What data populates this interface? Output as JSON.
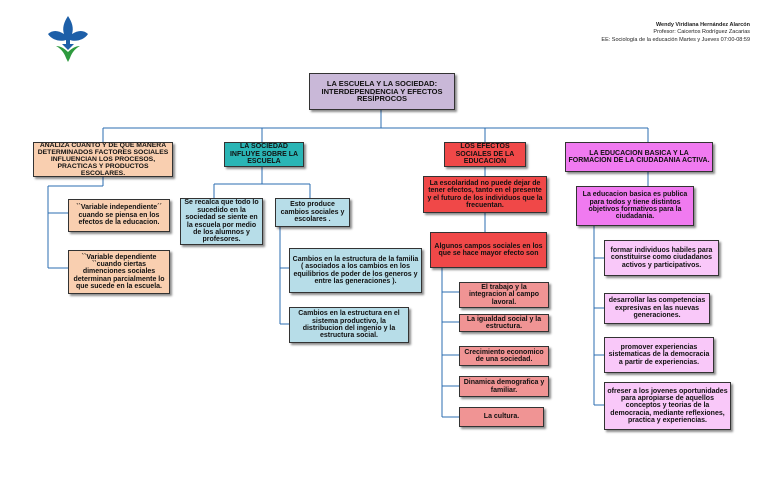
{
  "header": {
    "author": "Wendy Viridiana Hernández Alarcón",
    "teacher": "Profesor: Caicertos Rodríguez Zacarias",
    "course": "EE: Sociología de la educación Martes  y Jueves 07:00-08:59"
  },
  "colors": {
    "title": "#c9b8d8",
    "peach": "#f9cfb0",
    "teal": "#2ab5b5",
    "lightblue": "#b7dde8",
    "red": "#f04848",
    "salmon": "#f09494",
    "magenta": "#f07af0",
    "pink": "#f9c8f9",
    "logo_blue": "#1d5fa8",
    "logo_green": "#2e9a3e"
  },
  "title": "LA ESCUELA Y LA SOCIEDAD: INTERDEPENDENCIA Y EFECTOS RESÍPROCOS",
  "col1": {
    "header": "ANALIZA CUANTO Y DE QUE MANERA DETERMINADOS FACTORES SOCIALES INFLUENCIAN LOS PROCESOS, PRACTICAS Y PRODUCTOS ESCOLARES.",
    "items": [
      "``Variable independiente´´ cuando se piensa en los efectos de la educacion.",
      "``Variable dependiente ``cuando ciertas dimenciones sociales determinan parcialmente lo que sucede en la escuela."
    ]
  },
  "col2": {
    "header": "LA SOCIEDAD INFLUYE SOBRE LA ESCUELA",
    "left": "Se  recalca que todo lo sucedido en la sociedad se siente en la escuela por medio de los alumnos y profesores.",
    "right": "Esto produce cambios sociales y escolares .",
    "items": [
      "Cambios en la estructura de la familia ( asociados a los cambios en los equilibrios de poder de los generos y entre las generaciones ).",
      "Cambios en la estructura en el sistema productivo, la distribucion del ingenio y la estructura social."
    ]
  },
  "col3": {
    "header": "LOS EFECTOS SOCIALES DE LA EDUCACION",
    "desc": "La escolaridad no puede dejar de tener efectos, tanto en el presente y el futuro de los individuos que la frecuentan.",
    "sub": "Algunos campos sociales en los que se hace mayor efecto son",
    "items": [
      "El trabajo y la integracion al campo lavoral.",
      "La igualdad social y la estructura.",
      "Crecimiento economico de una sociedad.",
      "Dinamica demografica y familiar.",
      "La cultura."
    ]
  },
  "col4": {
    "header": "LA EDUCACION BASICA Y LA FORMACION DE LA CIUDADANIA ACTIVA.",
    "desc": "La educacion basica es publica para todos y tiene distintos objetivos formativos para la ciudadania.",
    "items": [
      "formar individuos habiles para constituirse como ciudadanos activos y participativos.",
      "desarrollar las competencias expresivas en las nuevas generaciones.",
      "promover experiencias sistematicas de la democracia a partir de experiencias.",
      "ofreser a los jovenes oportunidades para apropiarse de aquellos conceptos y teorias de la democracia, mediante reflexiones, practica y experiencias."
    ]
  }
}
